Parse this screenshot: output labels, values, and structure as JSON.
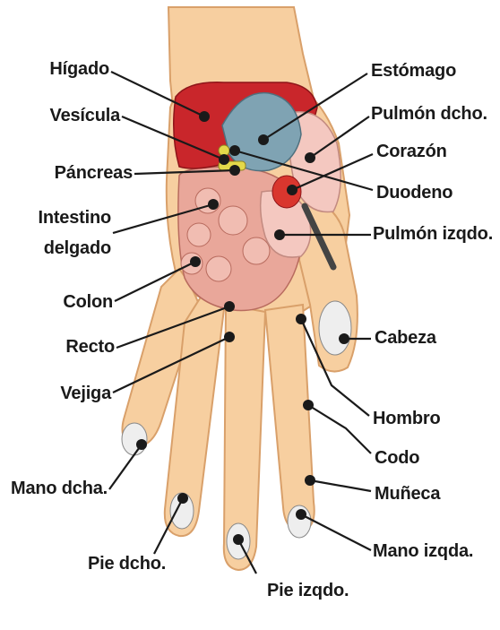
{
  "labels": {
    "higado": "Hígado",
    "vesicula": "Vesícula",
    "pancreas": "Páncreas",
    "intestino_1": "Intestino",
    "intestino_2": "delgado",
    "colon": "Colon",
    "recto": "Recto",
    "vejiga": "Vejiga",
    "mano_dcha": "Mano dcha.",
    "pie_dcho": "Pie dcho.",
    "pie_izqdo": "Pie izqdo.",
    "estomago": "Estómago",
    "pulmon_dcho": "Pulmón dcho.",
    "corazon": "Corazón",
    "duodeno": "Duodeno",
    "pulmon_izqdo": "Pulmón izqdo.",
    "cabeza": "Cabeza",
    "hombro": "Hombro",
    "codo": "Codo",
    "muneca": "Muñeca",
    "mano_izqda": "Mano izqda."
  },
  "colors": {
    "skin": "#f7cfa0",
    "skin_outline": "#d9a06a",
    "liver": "#c9262b",
    "stomach": "#7fa3b3",
    "intestine": "#e9a79a",
    "lung": "#f4c8c0",
    "heart": "#d9362e",
    "bone": "#eeeeee",
    "line": "#1a1a1a"
  }
}
